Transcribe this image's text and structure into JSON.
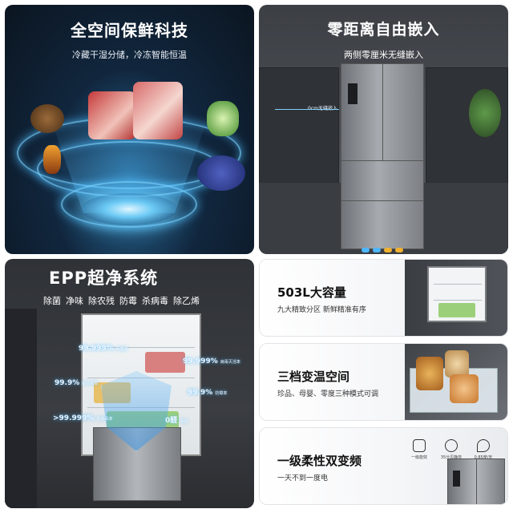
{
  "panel_fresh": {
    "title": "全空间保鲜科技",
    "subtitle": "冷藏干湿分储，冷冻智能恒温"
  },
  "panel_builtin": {
    "title": "零距离自由嵌入",
    "subtitle": "两侧零厘米无缝嵌入",
    "gap_label": "0cm无缝嵌入"
  },
  "panel_epp": {
    "title": "EPP超净系统",
    "tags": [
      "除菌",
      "净味",
      "除农残",
      "防霉",
      "杀病毒",
      "除乙烯"
    ],
    "stats": [
      {
        "value": "99.999%",
        "note": "除菌率"
      },
      {
        "value": "99.999%",
        "note": "病毒灭活率"
      },
      {
        "value": "99.9%",
        "note": "除农残率"
      },
      {
        "value": "99.9%",
        "note": "防霉率"
      },
      {
        "value": ">99.999%",
        "note": "杀病毒率"
      },
      {
        "value": "0醛",
        "note": "添加"
      }
    ]
  },
  "cards": [
    {
      "title": "503L大容量",
      "subtitle": "九大精致分区 新鲜精准有序"
    },
    {
      "title": "三档变温空间",
      "subtitle": "珍品、母婴、零度三种模式可调"
    },
    {
      "title": "一级柔性双变频",
      "subtitle": "一天不到一度电",
      "icons": [
        {
          "name": "energy-icon",
          "label": "一级能效"
        },
        {
          "name": "quiet-icon",
          "label": "35分贝静音"
        },
        {
          "name": "power-icon",
          "label": "0.85度/天"
        }
      ]
    }
  ],
  "colors": {
    "fresh_bg": "#11263d",
    "glow": "#6fd3ff",
    "builtin_bg": "#44484e",
    "card_bg": "#f4f5f7"
  }
}
